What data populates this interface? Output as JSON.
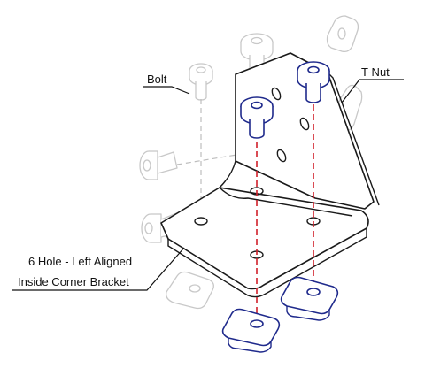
{
  "labels": {
    "bolt": "Bolt",
    "tnut": "T-Nut",
    "bracket_line1": "6 Hole - Left Aligned",
    "bracket_line2": "Inside Corner Bracket"
  },
  "colors": {
    "hardware_outline": "#1f2a8c",
    "alignment_dash": "#d0202a",
    "bracket_outline": "#1a1a1a",
    "ghost_outline": "#c8c8c8"
  }
}
